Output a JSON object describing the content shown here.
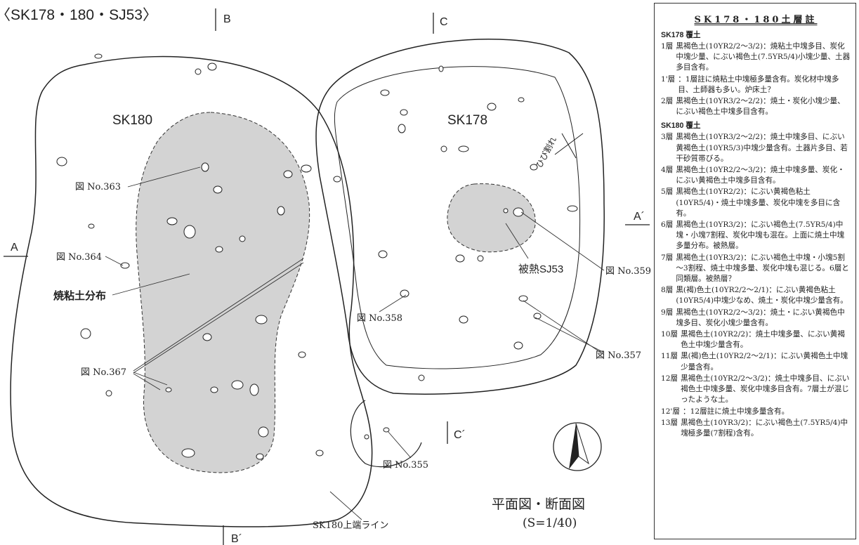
{
  "heading": "〈SK178・180・SJ53〉",
  "pits": {
    "sk180": "SK180",
    "sk178": "SK178"
  },
  "hearth": "被熱SJ53",
  "burnt_area": "焼粘土分布",
  "section_markers": {
    "A": "A",
    "A_prime": "A´",
    "B": "B",
    "B_prime": "B´",
    "C": "C",
    "C_prime": "C´"
  },
  "figure_refs": {
    "no363": "図 No.363",
    "no364": "図 No.364",
    "no367": "図 No.367",
    "no358": "図 No.358",
    "no359": "図 No.359",
    "no357": "図 No.357",
    "no355": "図 No.355"
  },
  "edge_line": "SK180上端ライン",
  "crack_label": "ひび割れ",
  "map_title": "平面図・断面図",
  "scale": "(S=1/40)",
  "legend": {
    "title": "SK178・180土層註",
    "groups": [
      {
        "name": "SK178 覆土",
        "layers": [
          {
            "num": "1層",
            "text": "黒褐色土(10YR2/2～3/2)：焼粘土中塊多目、炭化中塊少量、にぶい褐色土(7.5YR5/4)小塊少量、土器多目含有。"
          },
          {
            "num": "1'層",
            "text": "：1層註に焼粘土中塊極多量含有。炭化材中塊多目、土師器も多い。炉床土？"
          },
          {
            "num": "2層",
            "text": "黒褐色土(10YR3/2～2/2)：焼土・炭化小塊少量、にぶい褐色土中塊多目含有。"
          }
        ]
      },
      {
        "name": "SK180 覆土",
        "layers": [
          {
            "num": "3層",
            "text": "黒褐色土(10YR3/2～2/2)：焼土中塊多目、にぶい黄褐色土(10YR5/3)中塊少量含有。土器片多目、若干砂質帯びる。"
          },
          {
            "num": "4層",
            "text": "黒褐色土(10YR2/2～3/2)：焼土中塊多量、炭化・にぶい黄褐色土中塊多目含有。"
          },
          {
            "num": "5層",
            "text": "黒褐色土(10YR2/2)：にぶい黄褐色粘土(10YR5/4)・焼土中塊多量、炭化中塊を多目に含有。"
          },
          {
            "num": "6層",
            "text": "黒褐色土(10YR3/2)：にぶい褐色土(7.5YR5/4)中塊・小塊7割程、炭化中塊も混在。上面に焼土中塊多量分布。被熱層。"
          },
          {
            "num": "7層",
            "text": "黒褐色土(10YR3/2)：にぶい褐色土中塊・小塊5割～3割程、焼土中塊多量、炭化中塊も混じる。6層と同類層。被熱層？"
          },
          {
            "num": "8層",
            "text": "黒(褐)色土(10YR2/2～2/1)：にぶい黄褐色粘土(10YR5/4)中塊少なめ、焼土・炭化中塊少量含有。"
          },
          {
            "num": "9層",
            "text": "黒褐色土(10YR2/2～3/2)：焼土・にぶい黄褐色中塊多目、炭化小塊少量含有。"
          },
          {
            "num": "10層",
            "text": "黒褐色土(10YR2/2)：焼土中塊多量、にぶい黄褐色土中塊少量含有。"
          },
          {
            "num": "11層",
            "text": "黒(褐)色土(10YR2/2～2/1)：にぶい黄褐色土中塊少量含有。"
          },
          {
            "num": "12層",
            "text": "黒褐色土(10YR2/2～3/2)：焼土中塊多目、にぶい褐色土中塊多量、炭化中塊多目含有。7層土が混じったような土。"
          },
          {
            "num": "12'層",
            "text": "：12層註に焼土中塊多量含有。"
          },
          {
            "num": "13層",
            "text": "黒褐色土(10YR3/2)：にぶい褐色土(7.5YR5/4)中塊極多量(7割程)含有。"
          }
        ]
      }
    ]
  },
  "colors": {
    "burnt_fill": "#d3d3d3",
    "line": "#222222"
  }
}
